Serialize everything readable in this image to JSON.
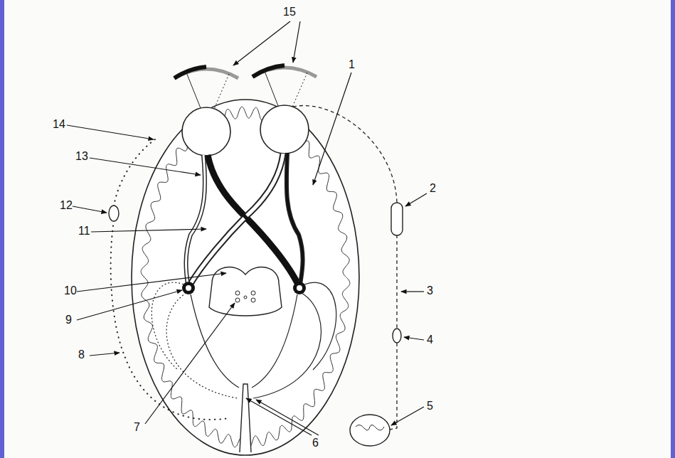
{
  "diagram": {
    "labels": [
      "15",
      "14",
      "13",
      "1",
      "2",
      "12",
      "11",
      "3",
      "10",
      "9",
      "4",
      "8",
      "7",
      "5",
      "6"
    ]
  }
}
